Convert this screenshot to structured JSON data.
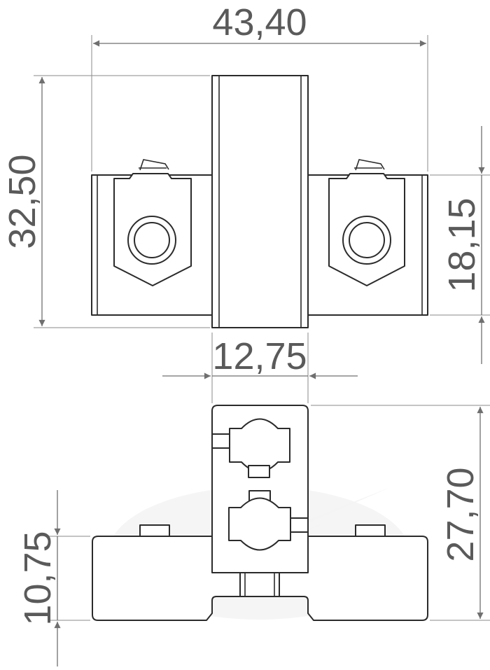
{
  "dimensions": {
    "overall_width": "43,40",
    "overall_height": "32,50",
    "side_height": "18,15",
    "center_width": "12,75",
    "lower_height": "27,70",
    "base_height": "10,75"
  },
  "colors": {
    "line": "#2b2b2b",
    "dimension": "#6f6f6f",
    "watermark": "#ececec",
    "background": "#ffffff"
  }
}
